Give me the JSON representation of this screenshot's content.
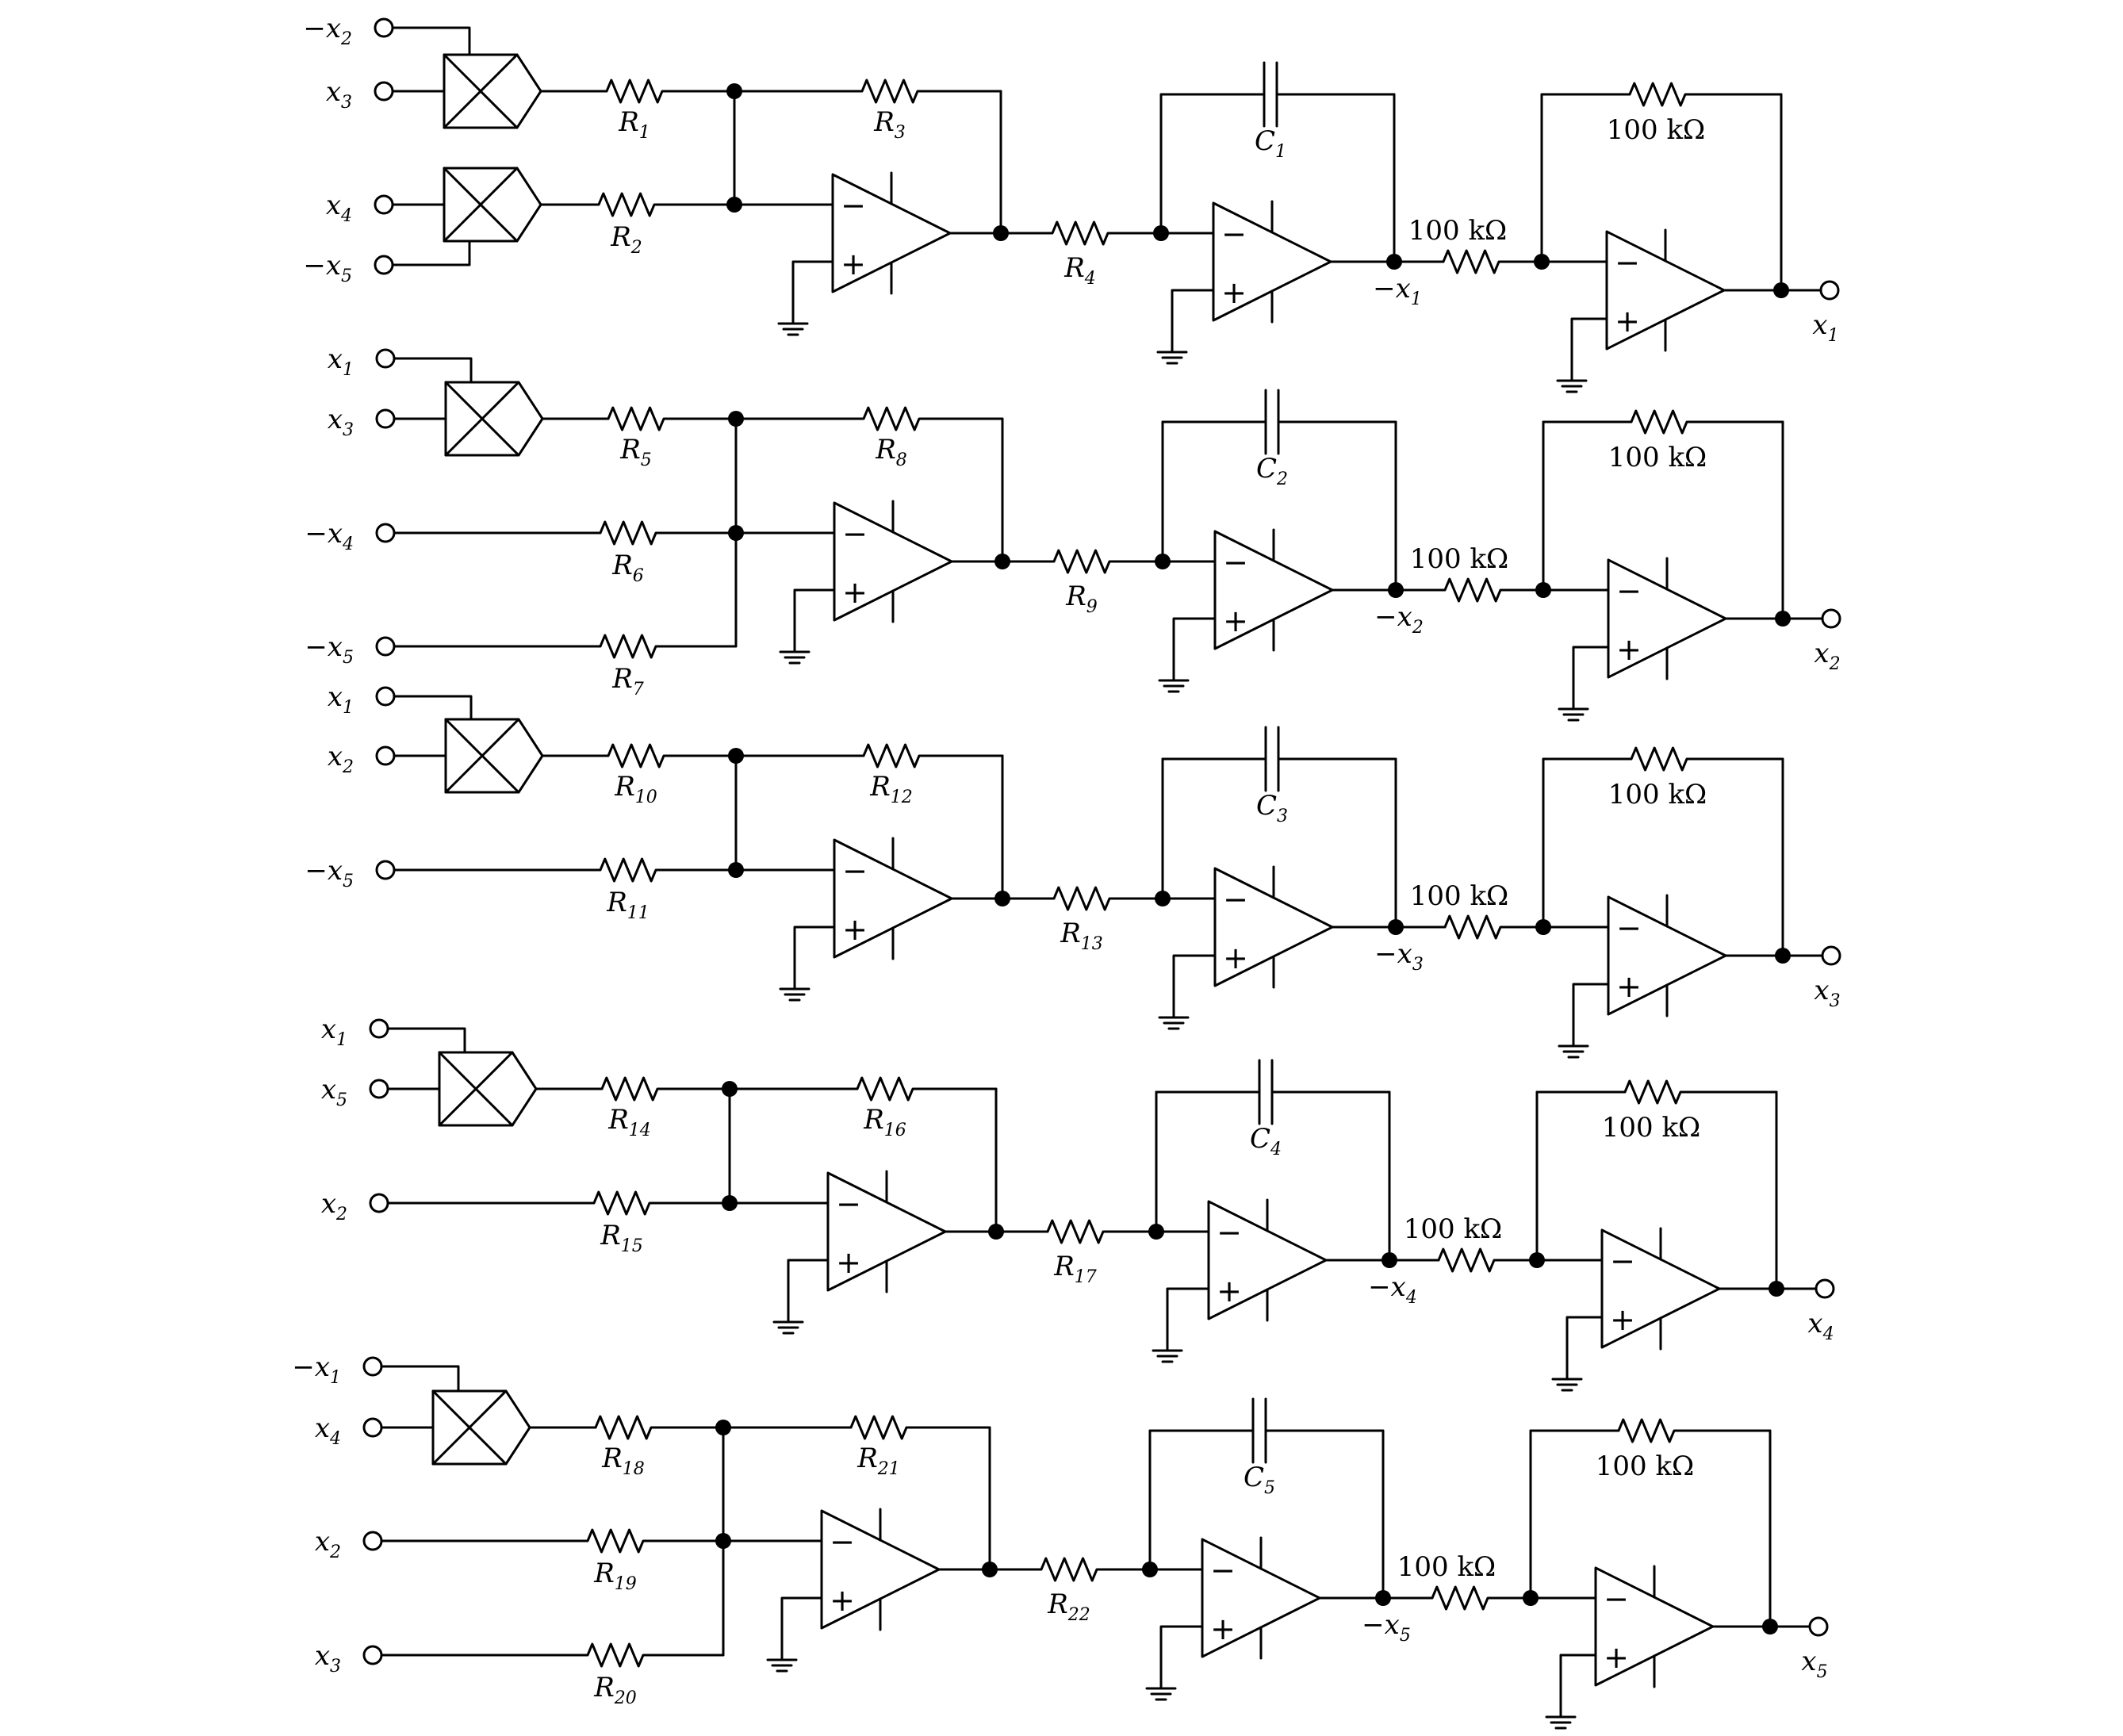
{
  "blocks": [
    {
      "multiplier": {
        "in1": "−x2",
        "in2": "x3",
        "r": "R1"
      },
      "inputs": [
        {
          "label": "x4",
          "mult2": "−x5",
          "r": "R2",
          "multiplied": true
        }
      ],
      "rf": "R3",
      "ri": "R4",
      "c": "C1",
      "rinv_in": "100 kΩ",
      "rinv_f": "100 kΩ",
      "neg_out": "−x1",
      "out": "x1"
    },
    {
      "multiplier": {
        "in1": "x1",
        "in2": "x3",
        "r": "R5"
      },
      "inputs": [
        {
          "label": "−x4",
          "r": "R6"
        },
        {
          "label": "−x5",
          "r": "R7"
        }
      ],
      "rf": "R8",
      "ri": "R9",
      "c": "C2",
      "rinv_in": "100 kΩ",
      "rinv_f": "100 kΩ",
      "neg_out": "−x2",
      "out": "x2"
    },
    {
      "multiplier": {
        "in1": "x1",
        "in2": "x2",
        "r": "R10"
      },
      "inputs": [
        {
          "label": "−x5",
          "r": "R11"
        }
      ],
      "rf": "R12",
      "ri": "R13",
      "c": "C3",
      "rinv_in": "100 kΩ",
      "rinv_f": "100 kΩ",
      "neg_out": "−x3",
      "out": "x3"
    },
    {
      "multiplier": {
        "in1": "x1",
        "in2": "x5",
        "r": "R14"
      },
      "inputs": [
        {
          "label": "x2",
          "r": "R15"
        }
      ],
      "rf": "R16",
      "ri": "R17",
      "c": "C4",
      "rinv_in": "100 kΩ",
      "rinv_f": "100 kΩ",
      "neg_out": "−x4",
      "out": "x4"
    },
    {
      "multiplier": {
        "in1": "−x1",
        "in2": "x4",
        "r": "R18"
      },
      "inputs": [
        {
          "label": "x2",
          "r": "R19"
        },
        {
          "label": "x3",
          "r": "R20"
        }
      ],
      "rf": "R21",
      "ri": "R22",
      "c": "C5",
      "rinv_in": "100 kΩ",
      "rinv_f": "100 kΩ",
      "neg_out": "−x5",
      "out": "x5"
    }
  ]
}
